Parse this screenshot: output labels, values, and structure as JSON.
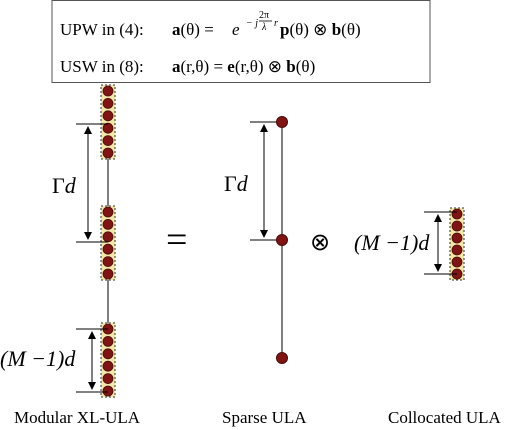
{
  "legend": {
    "row1": {
      "label": "UPW in (4):",
      "lhs": {
        "bold": "a",
        "rest": "(θ) ="
      },
      "base": "e",
      "exponent": {
        "neg_j": "− j",
        "num": "2π",
        "den": "λ",
        "var": "r"
      },
      "rhs": [
        {
          "bold": "p",
          "rest": "(θ) ⊗ "
        },
        {
          "bold": "b",
          "rest": "(θ)"
        }
      ]
    },
    "row2": {
      "label": "USW in (8):",
      "lhs": {
        "bold": "a",
        "rest": "(r,θ) = "
      },
      "rhs": [
        {
          "bold": "e",
          "rest": "(r,θ) ⊗ "
        },
        {
          "bold": "b",
          "rest": "(θ)"
        }
      ]
    }
  },
  "labels": {
    "gamma_d_left": {
      "gamma": "Γ",
      "d": "d"
    },
    "gamma_d_mid": {
      "gamma": "Γ",
      "d": "d"
    },
    "md_bottom": "(M −1)d",
    "md_right": "(M −1)d",
    "equals": "=",
    "otimes": "⊗"
  },
  "captions": {
    "modular": "Modular XL-ULA",
    "sparse": "Sparse ULA",
    "collocated": "Collocated ULA"
  },
  "colors": {
    "element_fill": "#7f1414",
    "element_stroke": "#4a0a0a",
    "bar_fill": "#f2e6a8",
    "line": "#000000"
  }
}
